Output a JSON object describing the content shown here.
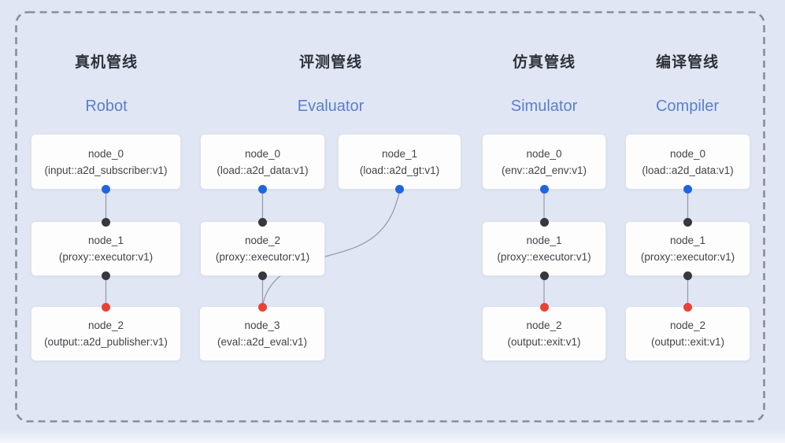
{
  "colors": {
    "background": "#e0e6f4",
    "frame_dash": "#878e9b",
    "node_fill": "#fdfdfe",
    "node_border": "#dfe1e9",
    "node_text": "#414449",
    "title_text": "#2e3138",
    "subtitle_text": "#5b7fcd",
    "edge_line": "#9298a5",
    "port_blue": "#2065e0",
    "port_dark": "#38383a",
    "port_red": "#e94235"
  },
  "pipelines": [
    {
      "title": "真机管线",
      "subtitle": "Robot",
      "nodes": [
        {
          "name": "node_0",
          "type": "(input::a2d_subscriber:v1)"
        },
        {
          "name": "node_1",
          "type": "(proxy::executor:v1)"
        },
        {
          "name": "node_2",
          "type": "(output::a2d_publisher:v1)"
        }
      ]
    },
    {
      "title": "评测管线",
      "subtitle": "Evaluator",
      "nodes": [
        {
          "name": "node_0",
          "type": "(load::a2d_data:v1)"
        },
        {
          "name": "node_1",
          "type": "(load::a2d_gt:v1)"
        },
        {
          "name": "node_2",
          "type": "(proxy::executor:v1)"
        },
        {
          "name": "node_3",
          "type": "(eval::a2d_eval:v1)"
        }
      ]
    },
    {
      "title": "仿真管线",
      "subtitle": "Simulator",
      "nodes": [
        {
          "name": "node_0",
          "type": "(env::a2d_env:v1)"
        },
        {
          "name": "node_1",
          "type": "(proxy::executor:v1)"
        },
        {
          "name": "node_2",
          "type": "(output::exit:v1)"
        }
      ]
    },
    {
      "title": "编译管线",
      "subtitle": "Compiler",
      "nodes": [
        {
          "name": "node_0",
          "type": "(load::a2d_data:v1)"
        },
        {
          "name": "node_1",
          "type": "(proxy::executor:v1)"
        },
        {
          "name": "node_2",
          "type": "(output::exit:v1)"
        }
      ]
    }
  ]
}
